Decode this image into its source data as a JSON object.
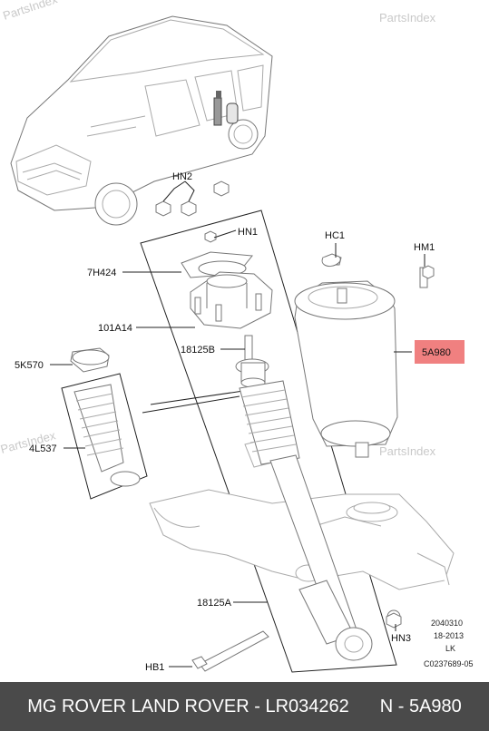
{
  "watermarks": [
    "PartsIndex",
    "PartsIndex",
    "PartsIndex",
    "PartsIndex"
  ],
  "callouts": {
    "hn2": "HN2",
    "hn1": "HN1",
    "hc1": "HC1",
    "hm1": "HM1",
    "c7h424": "7H424",
    "c101a14": "101A14",
    "c18125b": "18125B",
    "c5a980": "5A980",
    "c5k570": "5K570",
    "c4l537": "4L537",
    "c18125a": "18125A",
    "hn3": "HN3",
    "hb1": "HB1"
  },
  "highlight_color": "#f08080",
  "diagram_meta": [
    "2040310",
    "18-2013",
    "LK",
    "C0237689-05"
  ],
  "footer": {
    "brands": "MG ROVER LAND ROVER - LR034262",
    "part": "N - 5A980"
  }
}
